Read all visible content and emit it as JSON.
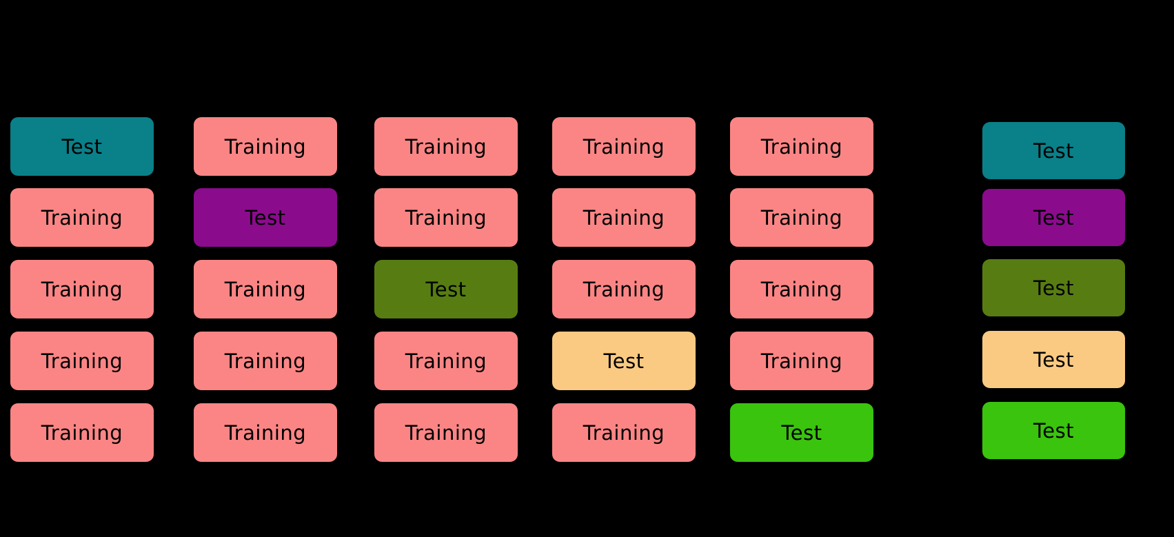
{
  "background_color": "#000000",
  "cv_diagram": {
    "description": "k-fold cross-validation grid",
    "text_color": "#000000",
    "training_color": "#FB8585",
    "labels": {
      "test": "Test",
      "training": "Training"
    },
    "fold_columns": [
      {
        "cells": [
          {
            "label": "Test",
            "type": "test",
            "color": "#0A8089"
          },
          {
            "label": "Training",
            "type": "training",
            "color": "#FB8585"
          },
          {
            "label": "Training",
            "type": "training",
            "color": "#FB8585"
          },
          {
            "label": "Training",
            "type": "training",
            "color": "#FB8585"
          },
          {
            "label": "Training",
            "type": "training",
            "color": "#FB8585"
          }
        ]
      },
      {
        "cells": [
          {
            "label": "Training",
            "type": "training",
            "color": "#FB8585"
          },
          {
            "label": "Test",
            "type": "test",
            "color": "#8B0B8D"
          },
          {
            "label": "Training",
            "type": "training",
            "color": "#FB8585"
          },
          {
            "label": "Training",
            "type": "training",
            "color": "#FB8585"
          },
          {
            "label": "Training",
            "type": "training",
            "color": "#FB8585"
          }
        ]
      },
      {
        "cells": [
          {
            "label": "Training",
            "type": "training",
            "color": "#FB8585"
          },
          {
            "label": "Training",
            "type": "training",
            "color": "#FB8585"
          },
          {
            "label": "Test",
            "type": "test",
            "color": "#577D12"
          },
          {
            "label": "Training",
            "type": "training",
            "color": "#FB8585"
          },
          {
            "label": "Training",
            "type": "training",
            "color": "#FB8585"
          }
        ]
      },
      {
        "cells": [
          {
            "label": "Training",
            "type": "training",
            "color": "#FB8585"
          },
          {
            "label": "Training",
            "type": "training",
            "color": "#FB8585"
          },
          {
            "label": "Training",
            "type": "training",
            "color": "#FB8585"
          },
          {
            "label": "Test",
            "type": "test",
            "color": "#FBCA82"
          },
          {
            "label": "Training",
            "type": "training",
            "color": "#FB8585"
          }
        ]
      },
      {
        "cells": [
          {
            "label": "Training",
            "type": "training",
            "color": "#FB8585"
          },
          {
            "label": "Training",
            "type": "training",
            "color": "#FB8585"
          },
          {
            "label": "Training",
            "type": "training",
            "color": "#FB8585"
          },
          {
            "label": "Training",
            "type": "training",
            "color": "#FB8585"
          },
          {
            "label": "Test",
            "type": "test",
            "color": "#3AC40E"
          }
        ]
      }
    ],
    "legend_column": {
      "cells": [
        {
          "label": "Test",
          "color": "#0A8089"
        },
        {
          "label": "Test",
          "color": "#8B0B8D"
        },
        {
          "label": "Test",
          "color": "#577D12"
        },
        {
          "label": "Test",
          "color": "#FBCA82"
        },
        {
          "label": "Test",
          "color": "#3AC40E"
        }
      ]
    }
  }
}
